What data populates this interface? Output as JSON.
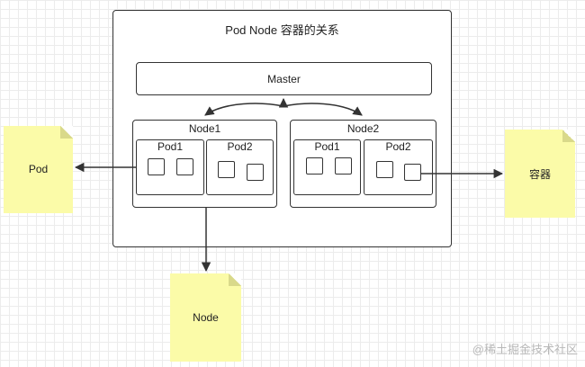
{
  "diagram": {
    "title": "Pod Node 容器的关系",
    "master_label": "Master",
    "nodes": [
      {
        "label": "Node1",
        "pods": [
          {
            "label": "Pod1"
          },
          {
            "label": "Pod2"
          }
        ]
      },
      {
        "label": "Node2",
        "pods": [
          {
            "label": "Pod1"
          },
          {
            "label": "Pod2"
          }
        ]
      }
    ],
    "notes": {
      "pod": "Pod",
      "container": "容器",
      "node": "Node"
    }
  },
  "watermark": "@稀土掘金技术社区",
  "colors": {
    "note_fill": "#fbfba8",
    "stroke": "#333333",
    "grid": "#ececec"
  }
}
